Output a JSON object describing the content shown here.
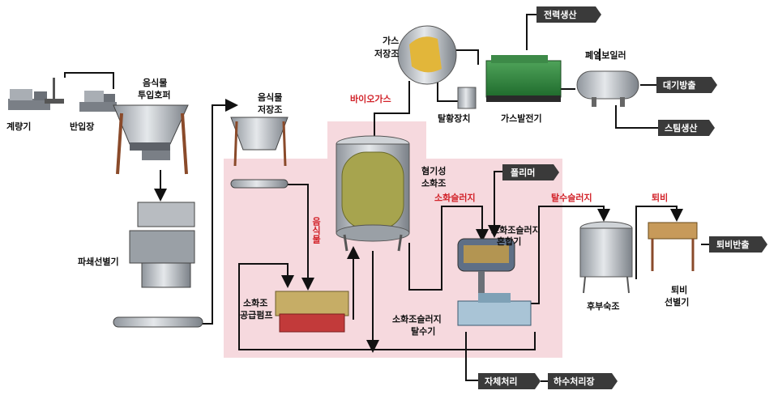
{
  "colors": {
    "accent_red": "#d2232a",
    "zone_pink": "#f6d9de",
    "box_dark": "#3a3a3a"
  },
  "labels": {
    "scale": "계량기",
    "receiving": "반입장",
    "input_hopper": [
      "음식물",
      "투입호퍼"
    ],
    "storage_tank": [
      "음식물",
      "저장조"
    ],
    "crusher": "파쇄선별기",
    "feed_pump": [
      "소화조",
      "공급펌프"
    ],
    "food_waste_vertical": "음식물",
    "gas_storage": [
      "가스",
      "저장조"
    ],
    "biogas": "바이오가스",
    "desulfurizer": "탈황장치",
    "gas_generator": "가스발전기",
    "power_gen": "전력생산",
    "waste_heat_boiler": "폐열보일러",
    "air_emission": "대기방출",
    "steam_gen": "스팀생산",
    "digester": [
      "혐기성",
      "소화조"
    ],
    "polymer": "폴리머",
    "digested_sludge": "소화슬러지",
    "sludge_mixer": [
      "소화조슬러지",
      "혼합기"
    ],
    "dewatered_sludge": "탈수슬러지",
    "compost": "퇴비",
    "dewatering": [
      "소화조슬러지",
      "탈수기"
    ],
    "post_maturation": "후부숙조",
    "compost_screen": [
      "퇴비",
      "선별기"
    ],
    "compost_out": "퇴비반출",
    "self_treat": "자체처리",
    "sewage_plant": "하수처리장"
  }
}
